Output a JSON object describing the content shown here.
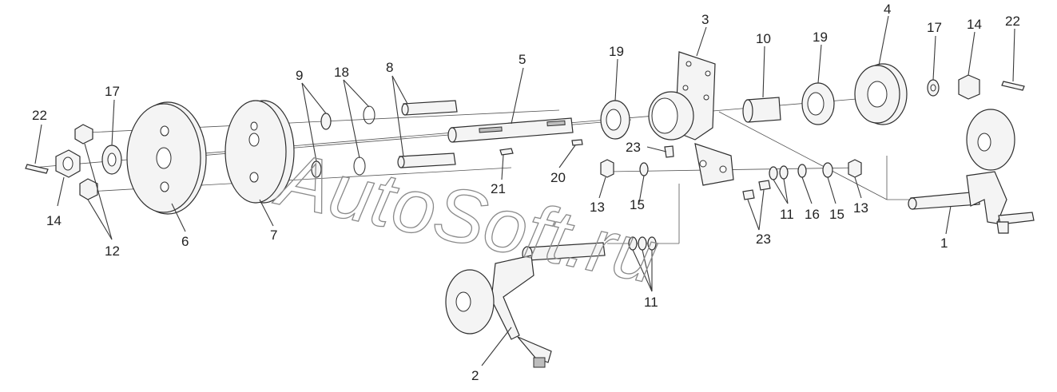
{
  "callouts": [
    {
      "id": "c22a",
      "text": "22"
    },
    {
      "id": "c17a",
      "text": "17"
    },
    {
      "id": "c14a",
      "text": "14"
    },
    {
      "id": "c12",
      "text": "12"
    },
    {
      "id": "c6",
      "text": "6"
    },
    {
      "id": "c7",
      "text": "7"
    },
    {
      "id": "c9",
      "text": "9"
    },
    {
      "id": "c18",
      "text": "18"
    },
    {
      "id": "c8",
      "text": "8"
    },
    {
      "id": "c5",
      "text": "5"
    },
    {
      "id": "c21",
      "text": "21"
    },
    {
      "id": "c20",
      "text": "20"
    },
    {
      "id": "c19a",
      "text": "19"
    },
    {
      "id": "c23a",
      "text": "23"
    },
    {
      "id": "c13a",
      "text": "13"
    },
    {
      "id": "c15a",
      "text": "15"
    },
    {
      "id": "c3",
      "text": "3"
    },
    {
      "id": "c10",
      "text": "10"
    },
    {
      "id": "c19b",
      "text": "19"
    },
    {
      "id": "c4",
      "text": "4"
    },
    {
      "id": "c17b",
      "text": "17"
    },
    {
      "id": "c14b",
      "text": "14"
    },
    {
      "id": "c22b",
      "text": "22"
    },
    {
      "id": "c11a",
      "text": "11"
    },
    {
      "id": "c16",
      "text": "16"
    },
    {
      "id": "c15b",
      "text": "15"
    },
    {
      "id": "c13b",
      "text": "13"
    },
    {
      "id": "c23b",
      "text": "23"
    },
    {
      "id": "c1",
      "text": "1"
    },
    {
      "id": "c11b",
      "text": "11"
    },
    {
      "id": "c2",
      "text": "2"
    }
  ],
  "watermark": "AutoSoft.ru"
}
